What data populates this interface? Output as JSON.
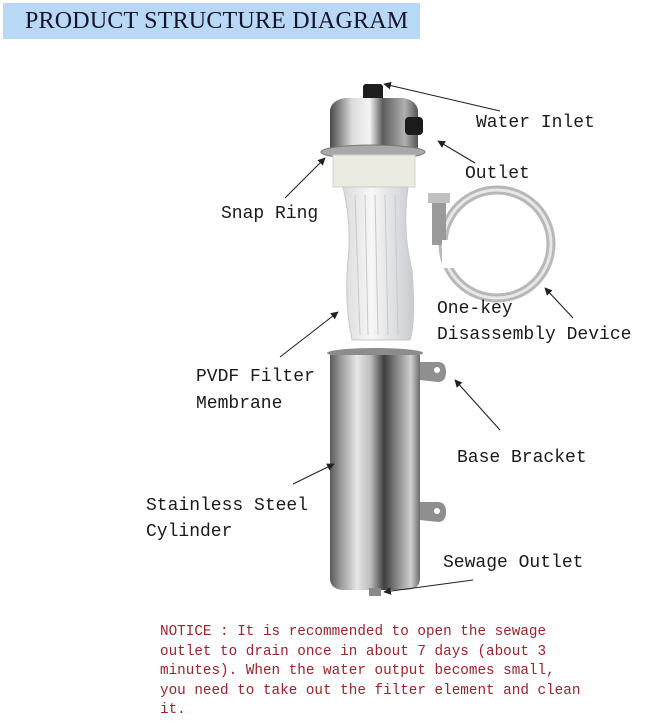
{
  "header": {
    "title": "PRODUCT STRUCTURE DIAGRAM",
    "background": "#b9d8f5"
  },
  "labels": {
    "water_inlet": "Water Inlet",
    "outlet": "Outlet",
    "snap_ring": "Snap Ring",
    "one_key_line1": "One-key",
    "one_key_line2": "Disassembly Device",
    "pvdf_line1": "PVDF Filter",
    "pvdf_line2": "Membrane",
    "base_bracket": "Base Bracket",
    "cylinder_line1": "Stainless Steel",
    "cylinder_line2": "Cylinder",
    "sewage_outlet": "Sewage Outlet"
  },
  "notice": {
    "text": "NOTICE : It is recommended to open the sewage\noutlet to drain once in about 7 days (about 3\nminutes). When the water output becomes small,\nyou need to take out the filter element and clean\nit.",
    "color": "#a0222a"
  },
  "components": [
    "filter-head-cap",
    "water-inlet-knob",
    "outlet-valve-knob",
    "snap-ring",
    "pvdf-membrane-bundle",
    "clamp-ring",
    "stainless-cylinder",
    "base-bracket-upper",
    "base-bracket-lower",
    "sewage-outlet-plug"
  ]
}
